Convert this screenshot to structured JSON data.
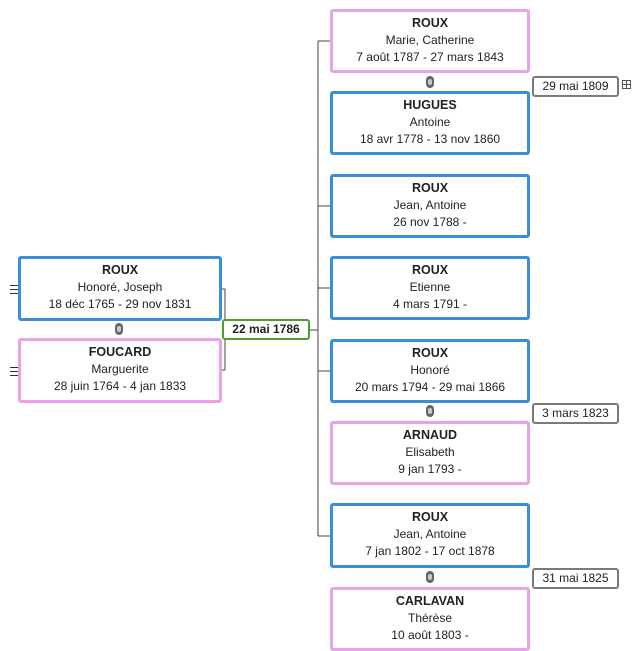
{
  "parents": {
    "father": {
      "surname": "ROUX",
      "given": "Honoré, Joseph",
      "dates": "18 déc 1765 - 29 nov 1831"
    },
    "mother": {
      "surname": "FOUCARD",
      "given": "Marguerite",
      "dates": "28 juin 1764 - 4 jan 1833"
    },
    "marriage_date": "22 mai 1786"
  },
  "children": [
    {
      "surname": "ROUX",
      "given": "Marie, Catherine",
      "dates": "7 août 1787 - 27 mars 1843"
    },
    {
      "surname": "HUGUES",
      "given": "Antoine",
      "dates": "18 avr 1778 - 13 nov 1860"
    },
    {
      "surname": "ROUX",
      "given": "Jean, Antoine",
      "dates": "26 nov 1788 -"
    },
    {
      "surname": "ROUX",
      "given": "Etienne",
      "dates": "4 mars 1791 -"
    },
    {
      "surname": "ROUX",
      "given": "Honoré",
      "dates": "20 mars 1794 - 29 mai 1866"
    },
    {
      "surname": "ARNAUD",
      "given": "Elisabeth",
      "dates": "9 jan 1793 -"
    },
    {
      "surname": "ROUX",
      "given": "Jean, Antoine",
      "dates": "7 jan 1802 - 17 oct 1878"
    },
    {
      "surname": "CARLAVAN",
      "given": "Thérèse",
      "dates": "10 août 1803 -"
    }
  ],
  "child_marriages": [
    "29 mai 1809",
    "3 mars 1823",
    "31 mai 1825"
  ],
  "colors": {
    "male_border": "#3b8fd8",
    "female_border": "#e8a3e8",
    "marriage_border": "#4aa02c",
    "date_border": "#7a7a7a"
  }
}
